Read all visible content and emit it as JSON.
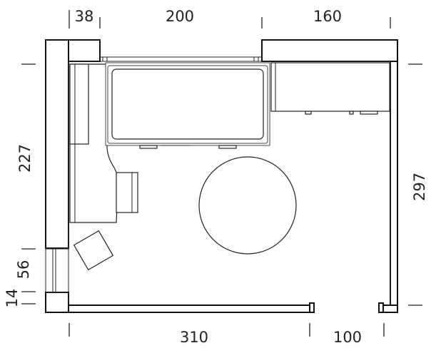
{
  "dimensions": {
    "top_left": "38",
    "top_middle": "200",
    "top_right": "160",
    "left_upper": "227",
    "left_middle": "56",
    "left_lower": "14",
    "right": "297",
    "bottom_left": "310",
    "bottom_right": "100"
  }
}
